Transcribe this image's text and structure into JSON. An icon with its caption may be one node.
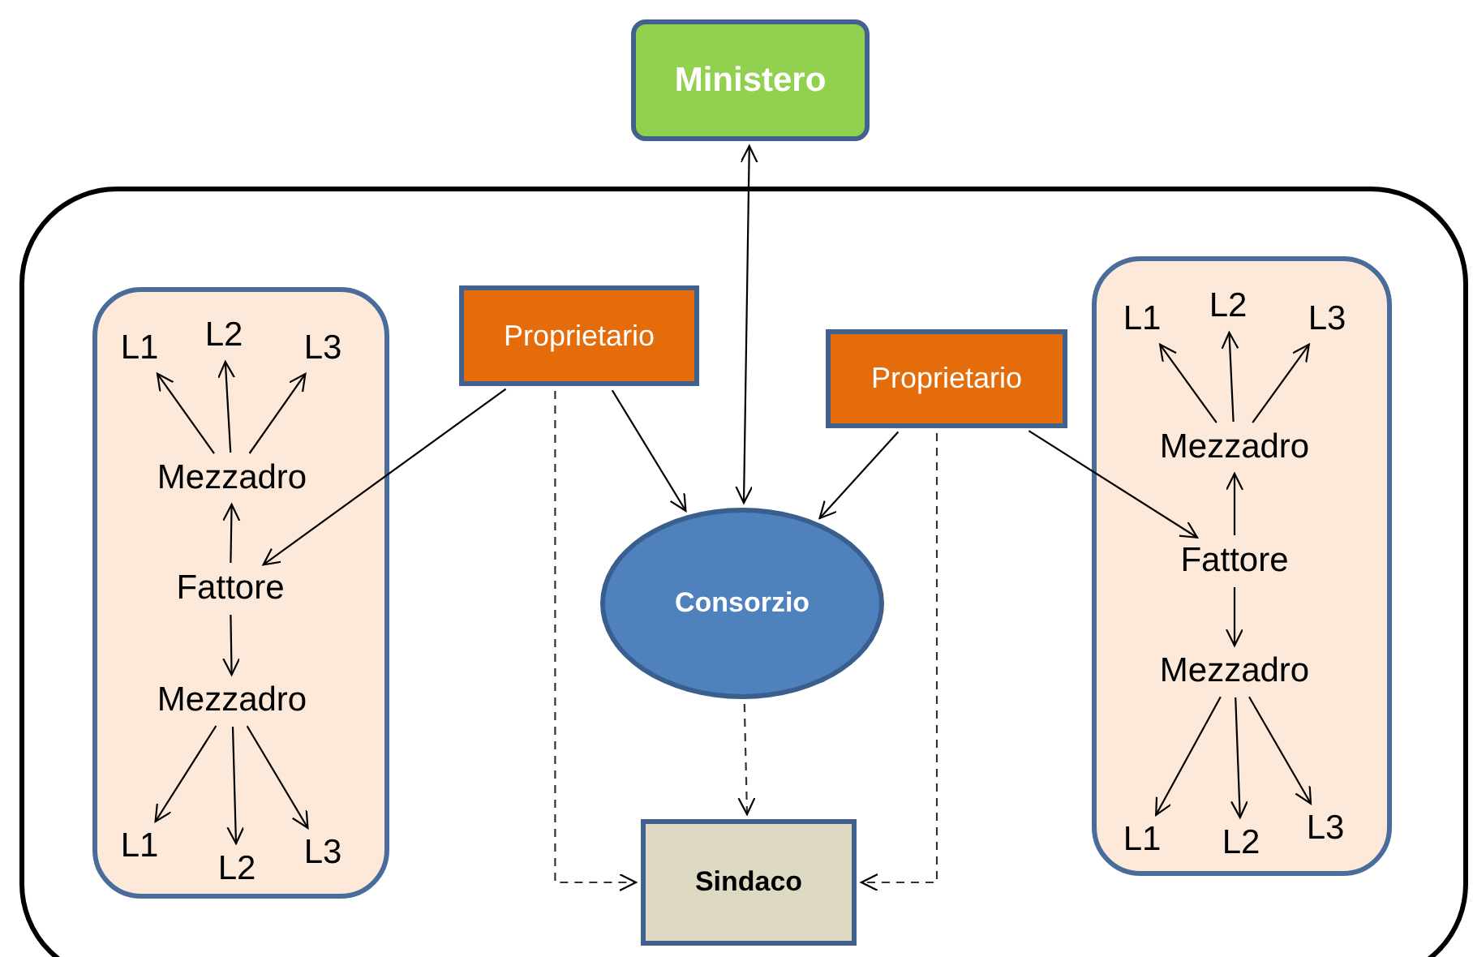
{
  "diagram": {
    "nodes": [
      {
        "text": [
          "Ministero"
        ]
      },
      {
        "text": [],
        "shape": "box"
      },
      {
        "text": [],
        "shape": "box",
        "in": 1
      },
      {
        "text": [
          "L1"
        ],
        "in": 2
      },
      {
        "text": [
          "L2"
        ],
        "in": 2
      },
      {
        "text": [
          "L3"
        ],
        "in": 2
      },
      {
        "text": [
          "Mezzadro"
        ],
        "in": 2
      },
      {
        "text": [
          "Fattore"
        ],
        "in": 2
      },
      {
        "text": [
          "Mezzadro"
        ],
        "in": 2
      },
      {
        "text": [
          "L1"
        ],
        "in": 2
      },
      {
        "text": [
          "L2"
        ],
        "in": 2
      },
      {
        "text": [
          "L3"
        ],
        "in": 2
      },
      {
        "text": [
          "Proprietario"
        ],
        "in": 1
      },
      {
        "text": [
          "Proprietario"
        ],
        "in": 1
      },
      {
        "text": [
          "Consorzio"
        ],
        "in": 1
      },
      {
        "text": [],
        "shape": "box",
        "in": 1
      },
      {
        "text": [
          "L1"
        ],
        "in": 15
      },
      {
        "text": [
          "L2"
        ],
        "in": 15
      },
      {
        "text": [
          "L3"
        ],
        "in": 15
      },
      {
        "text": [
          "Mezzadro"
        ],
        "in": 15
      },
      {
        "text": [
          "Fattore"
        ],
        "in": 15
      },
      {
        "text": [
          "Mezzadro"
        ],
        "in": 15
      },
      {
        "text": [
          "L1"
        ],
        "in": 15
      },
      {
        "text": [
          "L2"
        ],
        "in": 15
      },
      {
        "text": [
          "L3"
        ],
        "in": 15
      },
      {
        "text": [
          "Sindaco"
        ],
        "in": 1
      }
    ],
    "edges": [
      {
        "from": 0,
        "to": 14,
        "arrow": "both"
      },
      {
        "from": 6,
        "to": 3,
        "arrow": "to"
      },
      {
        "from": 6,
        "to": 4,
        "arrow": "to"
      },
      {
        "from": 6,
        "to": 5,
        "arrow": "to"
      },
      {
        "from": 7,
        "to": 6,
        "arrow": "to"
      },
      {
        "from": 7,
        "to": 8,
        "arrow": "to"
      },
      {
        "from": 8,
        "to": 9,
        "arrow": "to"
      },
      {
        "from": 8,
        "to": 10,
        "arrow": "to"
      },
      {
        "from": 8,
        "to": 11,
        "arrow": "to"
      },
      {
        "from": 12,
        "to": 7,
        "arrow": "to"
      },
      {
        "from": 12,
        "to": 14,
        "arrow": "to"
      },
      {
        "from": 12,
        "to": 25,
        "arrow": "to",
        "style": "dashed"
      },
      {
        "from": 13,
        "to": 14,
        "arrow": "to"
      },
      {
        "from": 13,
        "to": 20,
        "arrow": "to"
      },
      {
        "from": 13,
        "to": 25,
        "arrow": "to",
        "style": "dashed"
      },
      {
        "from": 14,
        "to": 25,
        "arrow": "to",
        "style": "dashed"
      },
      {
        "from": 19,
        "to": 16,
        "arrow": "to"
      },
      {
        "from": 19,
        "to": 17,
        "arrow": "to"
      },
      {
        "from": 19,
        "to": 18,
        "arrow": "to"
      },
      {
        "from": 20,
        "to": 19,
        "arrow": "to"
      },
      {
        "from": 20,
        "to": 21,
        "arrow": "to"
      },
      {
        "from": 21,
        "to": 22,
        "arrow": "to"
      },
      {
        "from": 21,
        "to": 23,
        "arrow": "to"
      },
      {
        "from": 21,
        "to": 24,
        "arrow": "to"
      }
    ]
  }
}
